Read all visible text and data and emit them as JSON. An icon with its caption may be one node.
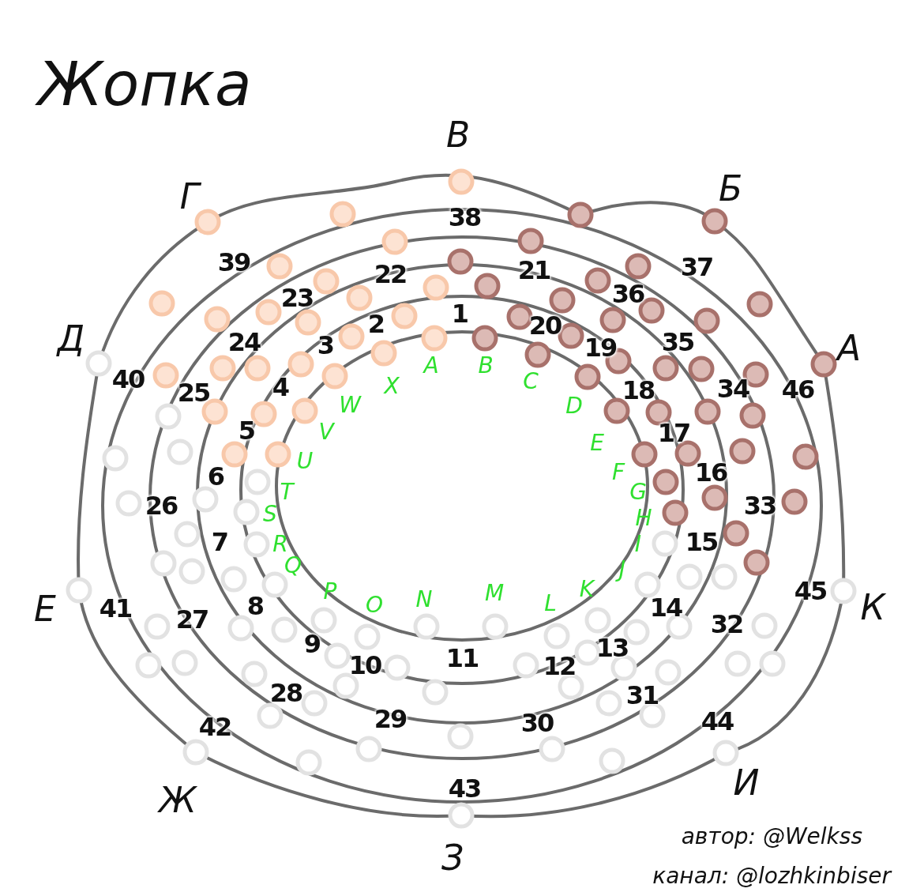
{
  "diagram": {
    "title": "Жопка",
    "labels": [
      "В",
      "Г",
      "Б",
      "38",
      "37",
      "39",
      "22",
      "21",
      "36",
      "23",
      "1",
      "Д",
      "А",
      "2",
      "20",
      "35",
      "24",
      "3",
      "19",
      "40",
      "34",
      "46",
      "25",
      "4",
      "18",
      "5",
      "17",
      "6",
      "16",
      "26",
      "33",
      "7",
      "15",
      "45",
      "Е",
      "К",
      "41",
      "27",
      "8",
      "14",
      "32",
      "9",
      "13",
      "11",
      "10",
      "12",
      "31",
      "28",
      "29",
      "30",
      "44",
      "42",
      "43",
      "Ж",
      "И",
      "З",
      "A",
      "B",
      "C",
      "D",
      "E",
      "F",
      "G",
      "H",
      "I",
      "J",
      "K",
      "L",
      "M",
      "N",
      "O",
      "P",
      "Q",
      "R",
      "S",
      "T",
      "U",
      "V",
      "W",
      "X",
      "автор: @Welkss",
      "канал: @lozhkinbiser"
    ]
  }
}
